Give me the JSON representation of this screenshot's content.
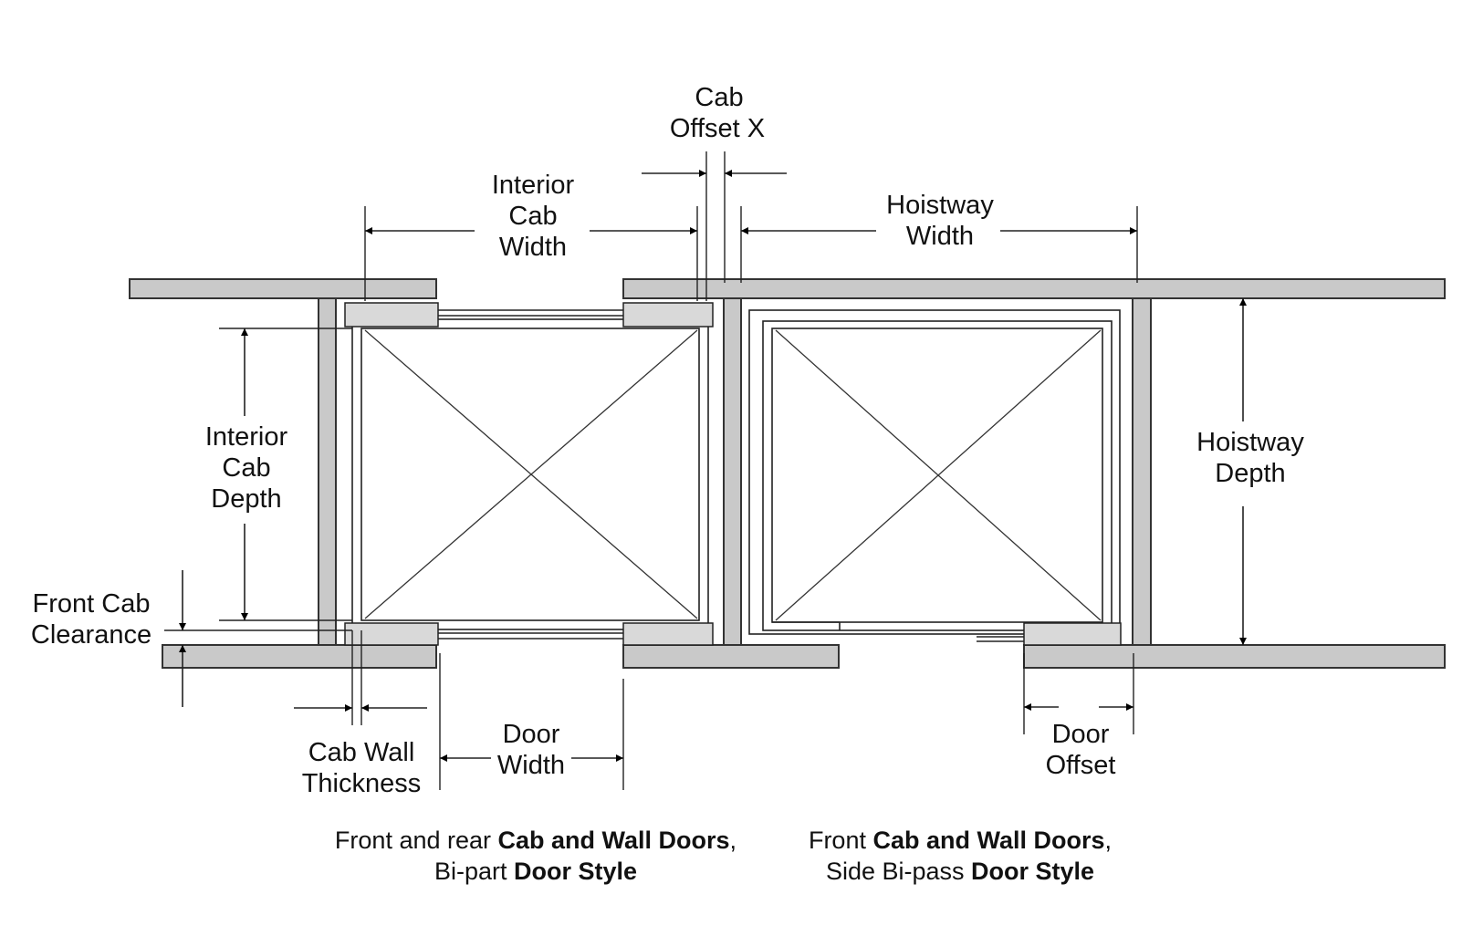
{
  "labels": {
    "cab_offset_x_1": "Cab",
    "cab_offset_x_2": "Offset X",
    "interior_cab_width_1": "Interior",
    "interior_cab_width_2": "Cab",
    "interior_cab_width_3": "Width",
    "hoistway_width_1": "Hoistway",
    "hoistway_width_2": "Width",
    "interior_cab_depth_1": "Interior",
    "interior_cab_depth_2": "Cab",
    "interior_cab_depth_3": "Depth",
    "hoistway_depth_1": "Hoistway",
    "hoistway_depth_2": "Depth",
    "front_cab_clearance_1": "Front Cab",
    "front_cab_clearance_2": "Clearance",
    "cab_wall_thickness_1": "Cab Wall",
    "cab_wall_thickness_2": "Thickness",
    "door_width_1": "Door",
    "door_width_2": "Width",
    "door_offset_1": "Door",
    "door_offset_2": "Offset"
  },
  "captions": {
    "left": {
      "line1_plain": "Front and rear ",
      "line1_bold": "Cab and Wall Doors",
      "line1_end": ",",
      "line2_plain": "Bi-part ",
      "line2_bold": "Door Style"
    },
    "right": {
      "line1_plain": "Front ",
      "line1_bold": "Cab and Wall Doors",
      "line1_end": ",",
      "line2_plain": "Side Bi-pass ",
      "line2_bold": "Door Style"
    }
  }
}
